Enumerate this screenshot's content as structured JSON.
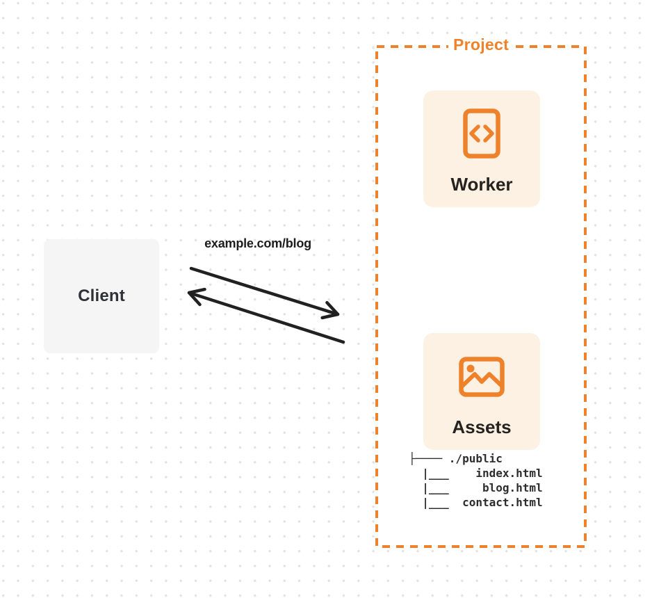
{
  "diagram_title": "Worker with static assets routing diagram",
  "colors": {
    "accent_orange": "#ee8129",
    "card_background": "#fdf1e4",
    "client_background": "#f5f5f6",
    "arrow": "#212121",
    "dot_grid": "#e1e1e1"
  },
  "client": {
    "label": "Client"
  },
  "request": {
    "label": "example.com/blog"
  },
  "project": {
    "label": "Project",
    "worker": {
      "label": "Worker",
      "icon": "code-document-icon"
    },
    "assets": {
      "label": "Assets",
      "icon": "image-icon",
      "file_tree": "├──── ./public\n  |___    index.html\n  |___     blog.html\n  |___  contact.html"
    }
  }
}
